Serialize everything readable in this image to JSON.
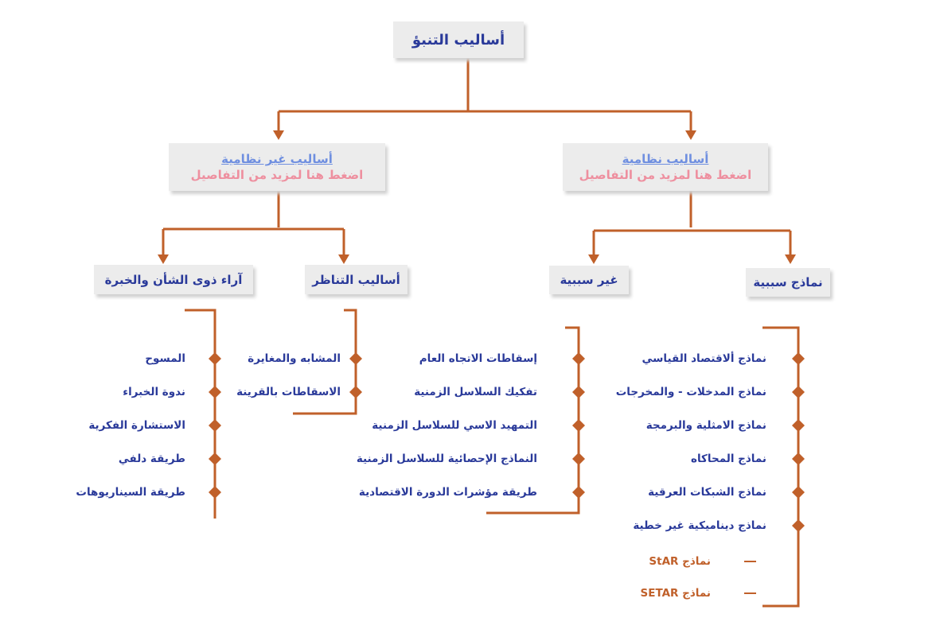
{
  "root": {
    "label": "أساليب التنبؤ"
  },
  "branches": [
    {
      "title": "أساليب نظامية",
      "hint": "اضغط هنا لمزيد من التفاصيل"
    },
    {
      "title": "أساليب غير نظامية",
      "hint": "اضغط هنا لمزيد من التفاصيل"
    }
  ],
  "groups": {
    "causal": {
      "label": "نماذج سببية",
      "items": [
        "نماذج ألاقتصاد القياسي",
        "نماذج المدخلات - والمخرجات",
        "نماذج الامثلية والبرمجة",
        "نماذج المحاكاه",
        "نماذج الشبكات العرقية",
        "نماذج ديناميكية غير خطية"
      ],
      "subitems": [
        "نماذج StAR",
        "نماذج SETAR"
      ]
    },
    "noncausal": {
      "label": "غير سببية",
      "items": [
        "إسقاطات الاتجاه العام",
        "تفكيك السلاسل الزمنية",
        "التمهيد الاسي للسلاسل الزمنية",
        "النماذج الإحصائية للسلاسل الزمنية",
        "طريقة مؤشرات الدورة الاقتصادية"
      ]
    },
    "analogy": {
      "label": "أساليب التناظر",
      "items": [
        "المشابه والمغايرة",
        "الاسقاطات بالقرينة"
      ]
    },
    "expert": {
      "label": "آراء ذوى الشأن والخبرة",
      "items": [
        "المسوح",
        "ندوة الخبراء",
        "الاستشارة الفكرية",
        "طريقة دلفي",
        "طريقة السيناريوهات"
      ]
    }
  },
  "colors": {
    "line": "#c0602a",
    "text": "#2a3a9a",
    "box": "#ececec",
    "link": "#6f8fe0",
    "hint": "#ee8f9f"
  }
}
